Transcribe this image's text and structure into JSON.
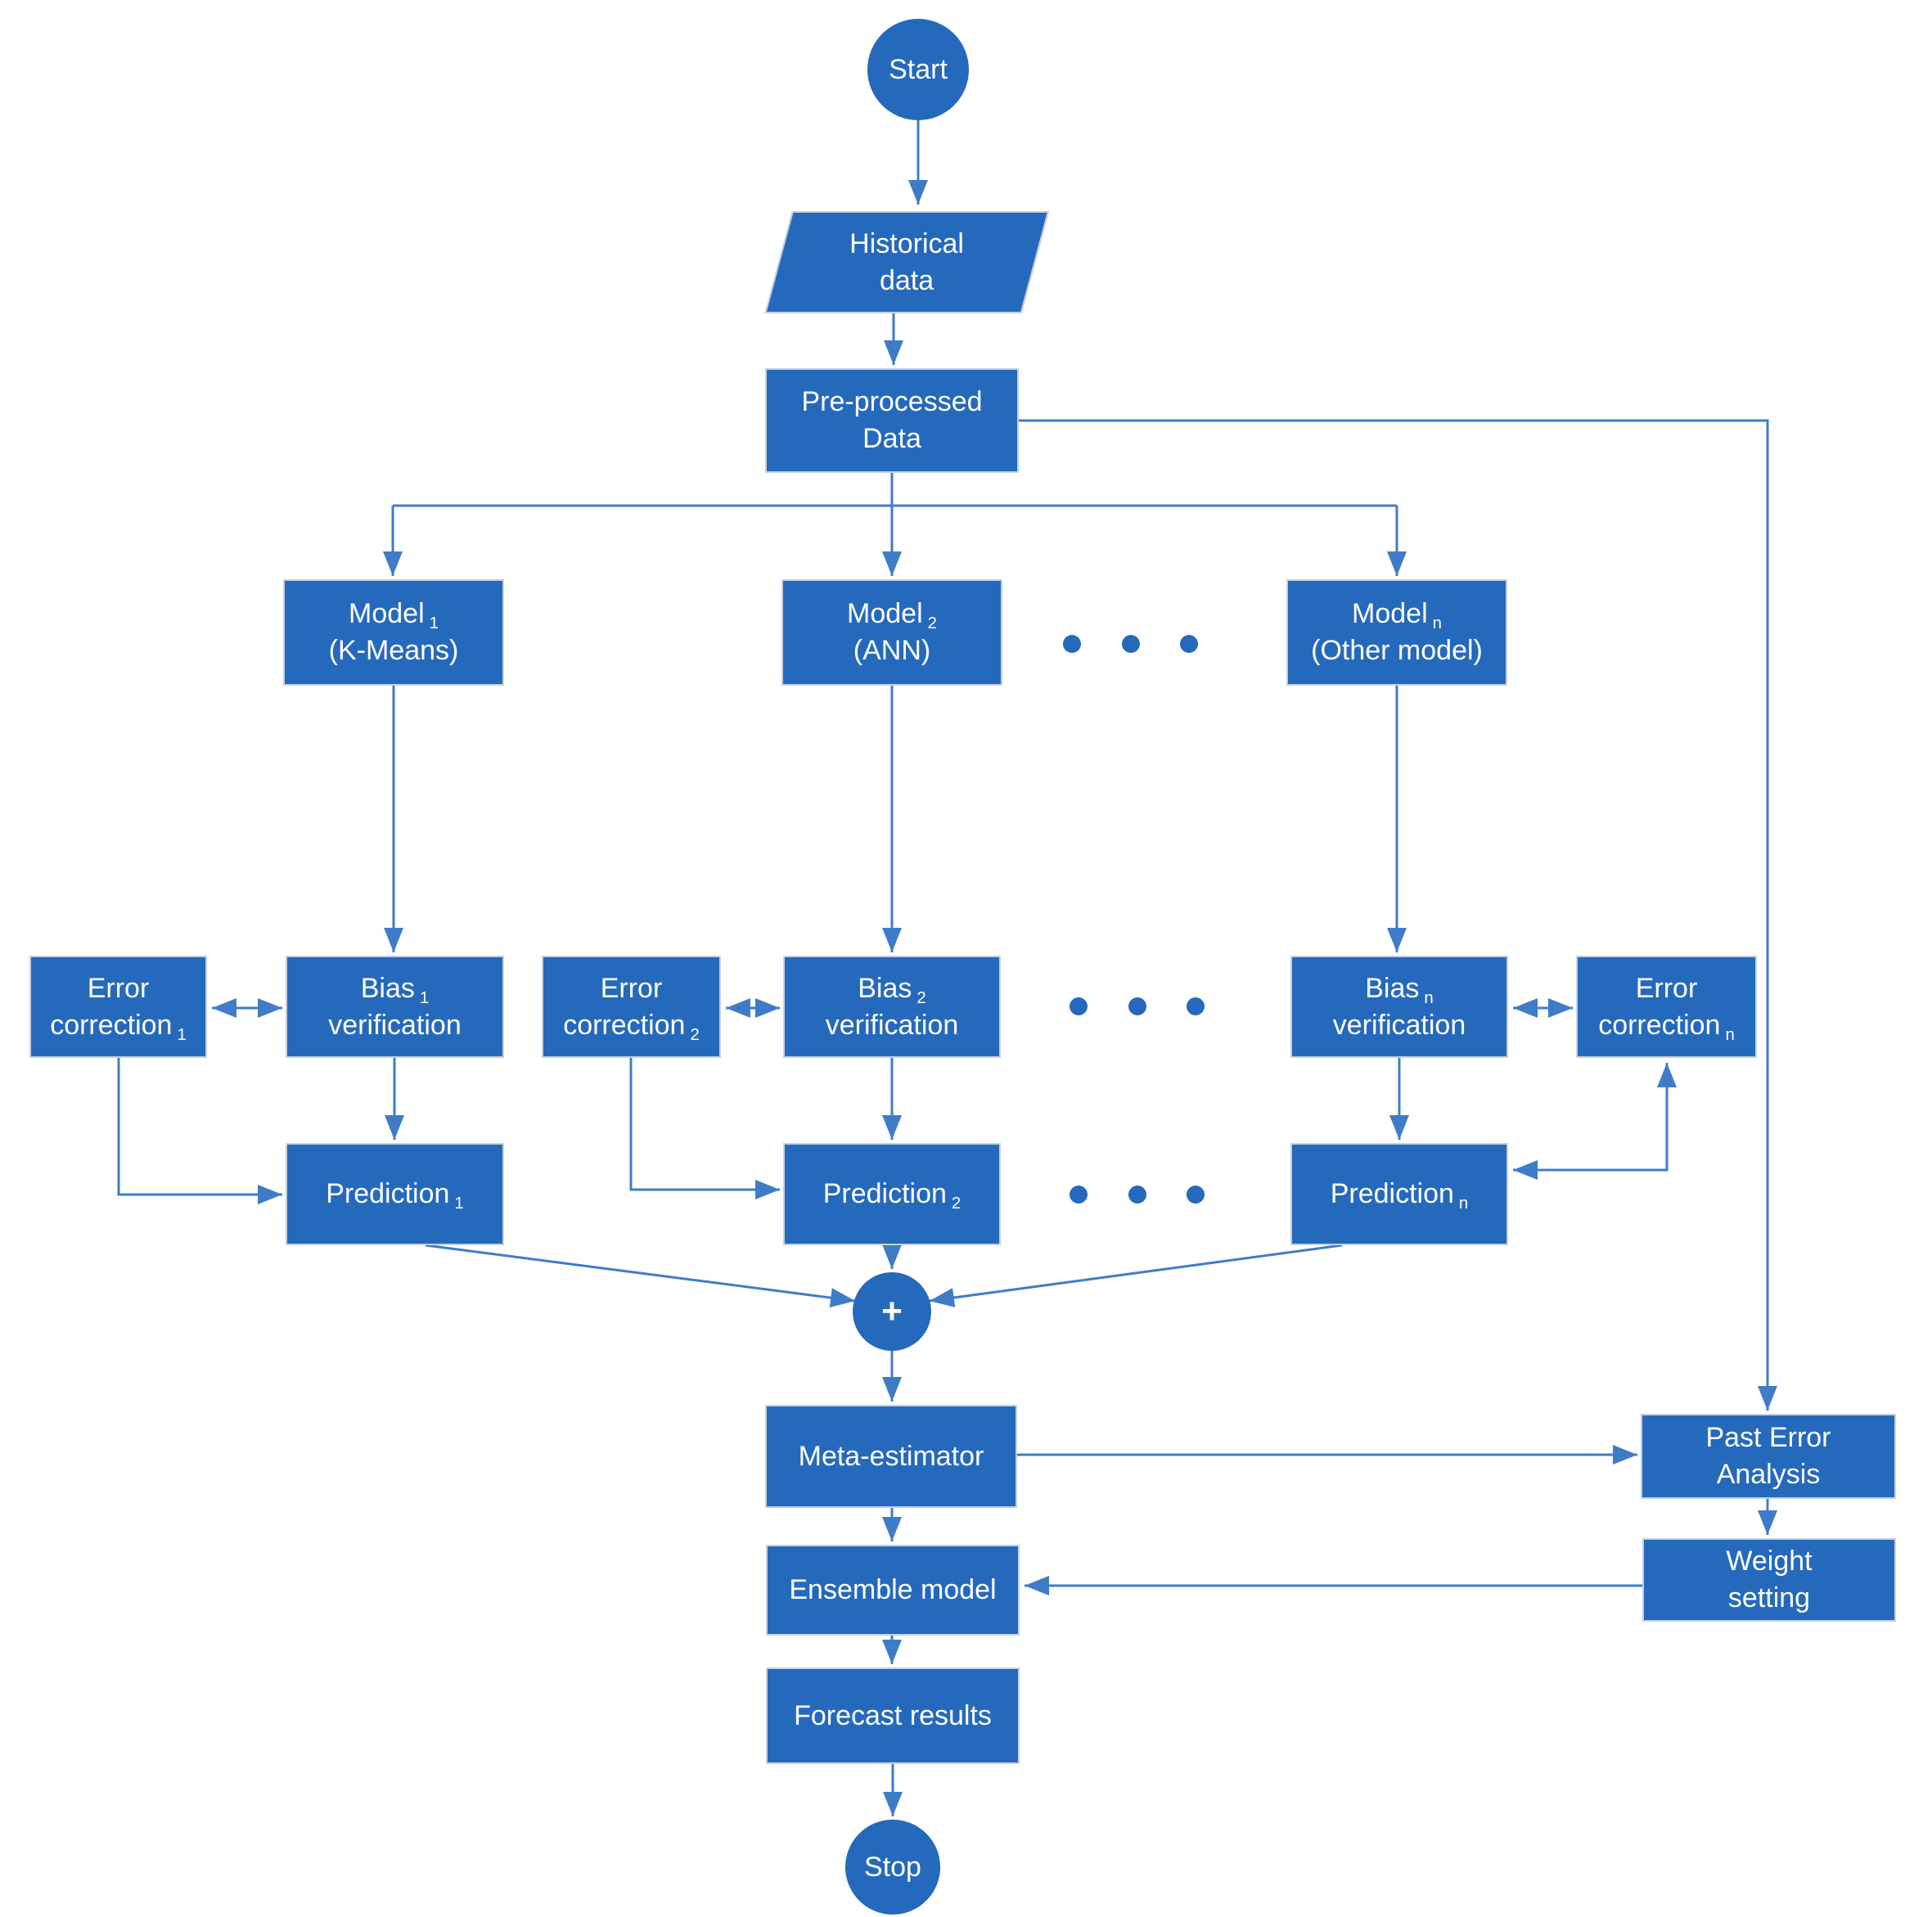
{
  "diagram": {
    "type": "flowchart",
    "description": "Ensemble forecasting model flowchart",
    "colors": {
      "node_fill": "#2569BD",
      "node_border": "#C5D0E0",
      "connector": "#3F7CC8",
      "text": "#FFFFFF",
      "background": "#FFFFFF"
    },
    "nodes": {
      "start": {
        "label": "Start",
        "shape": "circle"
      },
      "historical": {
        "line1": "Historical",
        "line2": "data",
        "shape": "parallelogram"
      },
      "preprocessed": {
        "line1": "Pre-processed",
        "line2": "Data",
        "shape": "rect"
      },
      "model1": {
        "line1": "Model",
        "sub": "1",
        "line2": "(K-Means)",
        "shape": "rect"
      },
      "model2": {
        "line1": "Model",
        "sub": "2",
        "line2": "(ANN)",
        "shape": "rect"
      },
      "modeln": {
        "line1": "Model",
        "sub": "n",
        "line2": "(Other model)",
        "shape": "rect"
      },
      "error1": {
        "line1": "Error",
        "line2": "correction",
        "sub": "1",
        "shape": "rect"
      },
      "error2": {
        "line1": "Error",
        "line2": "correction",
        "sub": "2",
        "shape": "rect"
      },
      "errorn": {
        "line1": "Error",
        "line2": "correction",
        "sub": "n",
        "shape": "rect"
      },
      "bias1": {
        "line1": "Bias",
        "sub": "1",
        "line2": "verification",
        "shape": "rect"
      },
      "bias2": {
        "line1": "Bias",
        "sub": "2",
        "line2": "verification",
        "shape": "rect"
      },
      "biasn": {
        "line1": "Bias",
        "sub": "n",
        "line2": "verification",
        "shape": "rect"
      },
      "prediction1": {
        "label": "Prediction",
        "sub": "1",
        "shape": "rect"
      },
      "prediction2": {
        "label": "Prediction",
        "sub": "2",
        "shape": "rect"
      },
      "predictionn": {
        "label": "Prediction",
        "sub": "n",
        "shape": "rect"
      },
      "sum": {
        "label": "+",
        "shape": "circle"
      },
      "meta": {
        "label": "Meta-estimator",
        "shape": "rect"
      },
      "pasterror": {
        "line1": "Past Error",
        "line2": "Analysis",
        "shape": "rect"
      },
      "ensemble": {
        "label": "Ensemble model",
        "shape": "rect"
      },
      "weight": {
        "line1": "Weight",
        "line2": "setting",
        "shape": "rect"
      },
      "forecast": {
        "label": "Forecast results",
        "shape": "rect"
      },
      "stop": {
        "label": "Stop",
        "shape": "circle"
      }
    },
    "ellipsis_rows": [
      {
        "between": [
          "model2",
          "modeln"
        ],
        "dots": 3
      },
      {
        "between": [
          "bias2",
          "biasn"
        ],
        "dots": 3
      },
      {
        "between": [
          "prediction2",
          "predictionn"
        ],
        "dots": 3
      }
    ],
    "edges": [
      {
        "from": "start",
        "to": "historical",
        "arrow": "end"
      },
      {
        "from": "historical",
        "to": "preprocessed",
        "arrow": "end"
      },
      {
        "from": "preprocessed",
        "to": "model1",
        "arrow": "end"
      },
      {
        "from": "preprocessed",
        "to": "model2",
        "arrow": "end"
      },
      {
        "from": "preprocessed",
        "to": "modeln",
        "arrow": "end"
      },
      {
        "from": "preprocessed",
        "to": "pasterror",
        "arrow": "end"
      },
      {
        "from": "model1",
        "to": "bias1",
        "arrow": "end"
      },
      {
        "from": "model2",
        "to": "bias2",
        "arrow": "end"
      },
      {
        "from": "modeln",
        "to": "biasn",
        "arrow": "end"
      },
      {
        "from": "error1",
        "to": "bias1",
        "arrow": "both"
      },
      {
        "from": "error2",
        "to": "bias2",
        "arrow": "both"
      },
      {
        "from": "biasn",
        "to": "errorn",
        "arrow": "both"
      },
      {
        "from": "bias1",
        "to": "prediction1",
        "arrow": "end"
      },
      {
        "from": "bias2",
        "to": "prediction2",
        "arrow": "end"
      },
      {
        "from": "biasn",
        "to": "predictionn",
        "arrow": "end"
      },
      {
        "from": "error1",
        "to": "prediction1",
        "arrow": "end"
      },
      {
        "from": "error2",
        "to": "prediction2",
        "arrow": "end"
      },
      {
        "from": "errorn",
        "to": "predictionn",
        "arrow": "both"
      },
      {
        "from": "prediction1",
        "to": "sum",
        "arrow": "end"
      },
      {
        "from": "prediction2",
        "to": "sum",
        "arrow": "end"
      },
      {
        "from": "predictionn",
        "to": "sum",
        "arrow": "end"
      },
      {
        "from": "sum",
        "to": "meta",
        "arrow": "end"
      },
      {
        "from": "meta",
        "to": "pasterror",
        "arrow": "end"
      },
      {
        "from": "meta",
        "to": "ensemble",
        "arrow": "end"
      },
      {
        "from": "pasterror",
        "to": "weight",
        "arrow": "end"
      },
      {
        "from": "weight",
        "to": "ensemble",
        "arrow": "end"
      },
      {
        "from": "ensemble",
        "to": "forecast",
        "arrow": "end"
      },
      {
        "from": "forecast",
        "to": "stop",
        "arrow": "end"
      }
    ]
  }
}
